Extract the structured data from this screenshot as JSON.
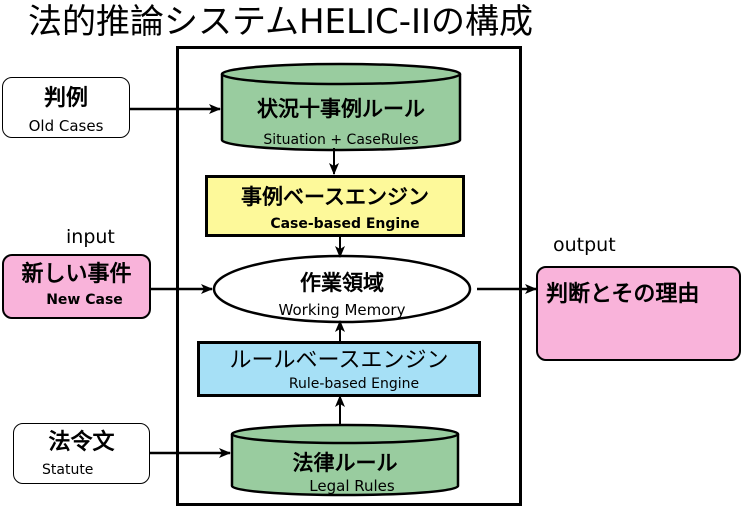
{
  "title": "法的推論システムHELIC-IIの構成",
  "labels": {
    "input": "input",
    "output": "output"
  },
  "inputs": {
    "old_cases": {
      "jp": "判例",
      "en": "Old Cases"
    },
    "new_case": {
      "jp": "新しい事件",
      "en": "New Case"
    },
    "statute": {
      "jp": "法令文",
      "en": "Statute"
    }
  },
  "components": {
    "situation_case_rules": {
      "jp": "状況十事例ルール",
      "en": "Situation + CaseRules"
    },
    "case_based_engine": {
      "jp": "事例ベースエンジン",
      "en": "Case-based Engine"
    },
    "working_memory": {
      "jp": "作業領域",
      "en": "Working Memory"
    },
    "rule_based_engine": {
      "jp": "ルールベースエンジン",
      "en": "Rule-based Engine"
    },
    "legal_rules": {
      "jp": "法律ルール",
      "en": "Legal Rules"
    }
  },
  "output": {
    "jp": "判断とその理由"
  },
  "colors": {
    "cylinder_green": "#99cc9f",
    "engine_yellow": "#fdf99a",
    "engine_blue": "#a6e0f6",
    "io_pink": "#f9b3da"
  }
}
